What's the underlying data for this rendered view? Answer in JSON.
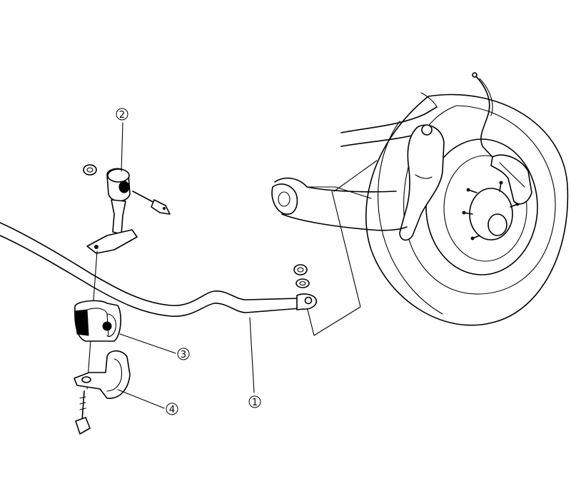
{
  "callouts": [
    {
      "id": "1",
      "label": "①",
      "part": "stabilizer-bar"
    },
    {
      "id": "2",
      "label": "②",
      "part": "stabilizer-link"
    },
    {
      "id": "3",
      "label": "③",
      "part": "stabilizer-bushing"
    },
    {
      "id": "4",
      "label": "④",
      "part": "bushing-bracket"
    }
  ],
  "colors": {
    "ink": "#000000",
    "paper": "#ffffff"
  }
}
